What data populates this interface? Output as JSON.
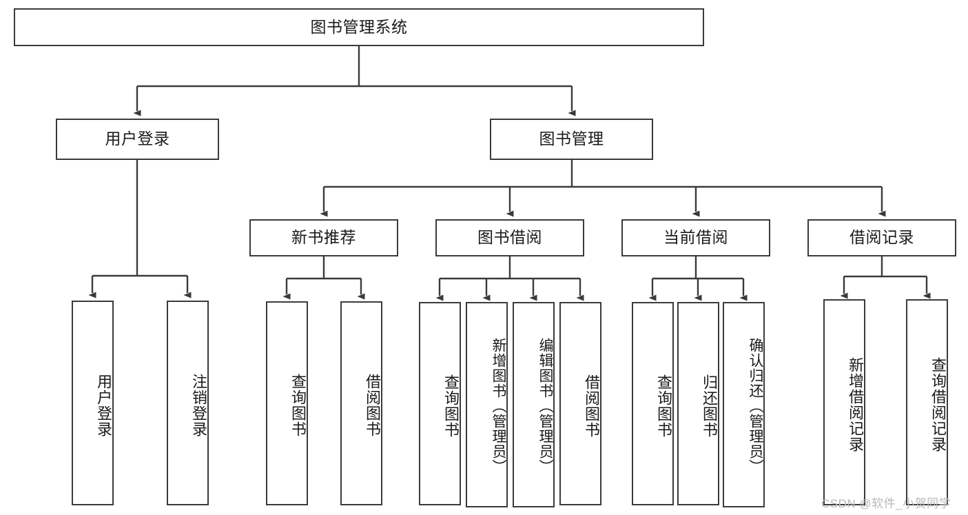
{
  "diagram": {
    "type": "tree-hierarchy",
    "title": "图书管理系统",
    "root": {
      "label": "图书管理系统"
    },
    "level2": [
      {
        "id": "user-login",
        "label": "用户登录"
      },
      {
        "id": "book-management",
        "label": "图书管理"
      }
    ],
    "level3": [
      {
        "id": "new-book-recommend",
        "label": "新书推荐",
        "parent": "book-management"
      },
      {
        "id": "book-borrow",
        "label": "图书借阅",
        "parent": "book-management"
      },
      {
        "id": "current-borrow",
        "label": "当前借阅",
        "parent": "book-management"
      },
      {
        "id": "borrow-record",
        "label": "借阅记录",
        "parent": "book-management"
      }
    ],
    "leaves": [
      {
        "id": "leaf-user-login",
        "label": "用户登录",
        "parent": "user-login"
      },
      {
        "id": "leaf-logout",
        "label": "注销登录",
        "parent": "user-login"
      },
      {
        "id": "leaf-query-book-1",
        "label": "查询图书",
        "parent": "new-book-recommend"
      },
      {
        "id": "leaf-borrow-book-1",
        "label": "借阅图书",
        "parent": "new-book-recommend"
      },
      {
        "id": "leaf-query-book-2",
        "label": "查询图书",
        "parent": "book-borrow"
      },
      {
        "id": "leaf-add-book",
        "label": "新增图书（管理员）",
        "parent": "book-borrow"
      },
      {
        "id": "leaf-edit-book",
        "label": "编辑图书（管理员）",
        "parent": "book-borrow"
      },
      {
        "id": "leaf-borrow-book-2",
        "label": "借阅图书",
        "parent": "book-borrow"
      },
      {
        "id": "leaf-query-book-3",
        "label": "查询图书",
        "parent": "current-borrow"
      },
      {
        "id": "leaf-return-book",
        "label": "归还图书",
        "parent": "current-borrow"
      },
      {
        "id": "leaf-confirm-return",
        "label": "确认归还（管理员）",
        "parent": "current-borrow"
      },
      {
        "id": "leaf-add-record",
        "label": "新增借阅记录",
        "parent": "borrow-record"
      },
      {
        "id": "leaf-query-record",
        "label": "查询借阅记录",
        "parent": "borrow-record"
      }
    ],
    "watermark": "CSDN @软件_小贺同学",
    "colors": {
      "stroke": "#3a3a3a",
      "fill": "#ffffff",
      "text": "#1a1a1a",
      "watermark": "#b8b8b8"
    }
  }
}
